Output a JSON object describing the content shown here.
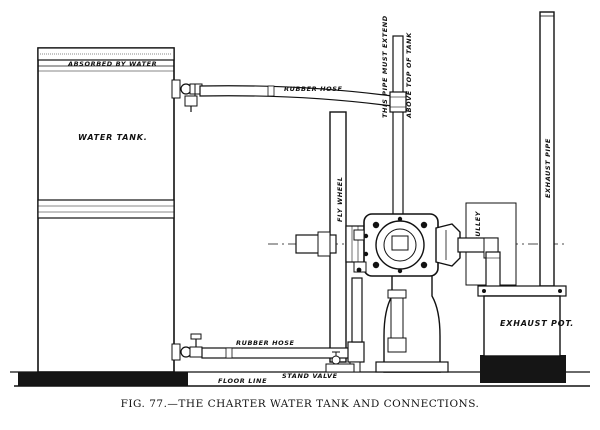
{
  "labels": {
    "absorbed_by_water": "ABSORBED BY WATER",
    "water_tank": "WATER TANK.",
    "rubber_hose_top": "RUBBER HOSE",
    "rubber_hose_bottom": "RUBBER HOSE",
    "pipe_note_line1": "THIS PIPE MUST EXTEND",
    "pipe_note_line2": "ABOVE TOP OF TANK",
    "fly_wheel": "FLY WHEEL",
    "pulley": "PULLEY",
    "exhaust_pipe": "EXHAUST PIPE",
    "exhaust_pot": "EXHAUST POT.",
    "floor_line": "FLOOR LINE",
    "stand_valve": "STAND VALVE"
  },
  "caption": "FIG. 77.—THE CHARTER WATER TANK AND CONNECTIONS."
}
